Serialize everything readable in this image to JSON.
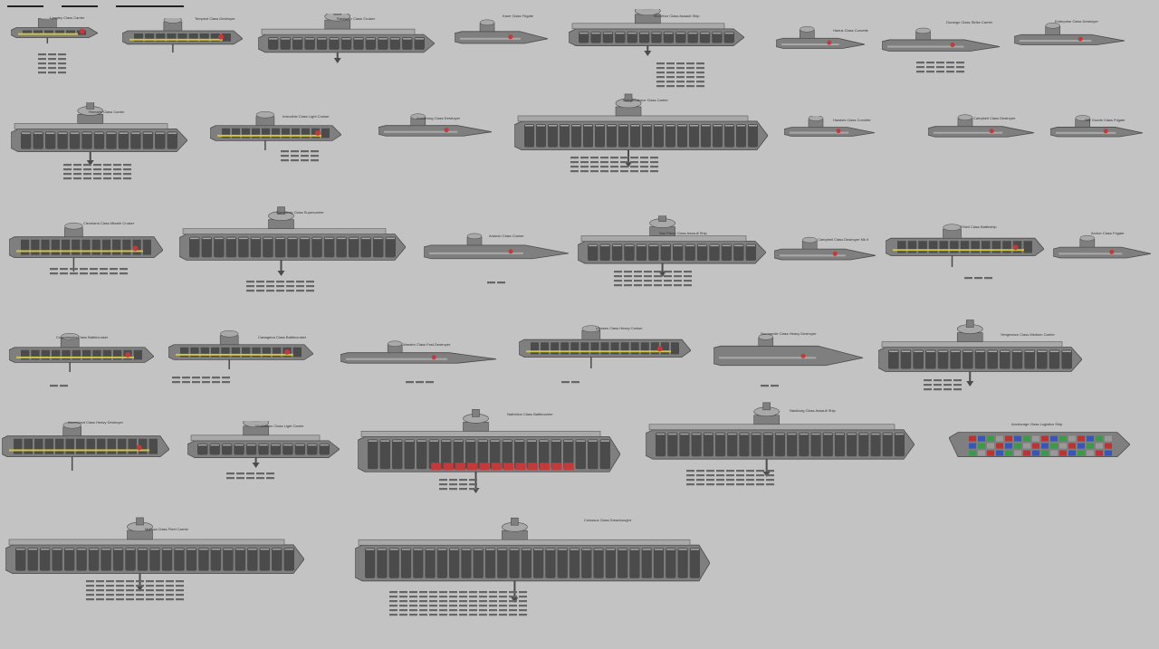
{
  "sheet": {
    "background": "#c3c3c3",
    "hull_color": "#7f7f7f",
    "hull_dark": "#4b4b4b",
    "hull_light": "#a9a9a9",
    "accent_red": "#c23a3a",
    "accent_yellow": "#d1c44a"
  },
  "ships": [
    {
      "id": "langley",
      "label": "Langley Class Carrier"
    },
    {
      "id": "tempest",
      "label": "Tempest Class Destroyer"
    },
    {
      "id": "rainbutin",
      "label": "Rainbutin Class Cruiser"
    },
    {
      "id": "kane",
      "label": "Kane Class Frigate"
    },
    {
      "id": "mcarthur",
      "label": "McArthur Class Assault Ship"
    },
    {
      "id": "harius",
      "label": "Harius Class Corvette"
    },
    {
      "id": "durango",
      "label": "Durango Class Strike Carrier"
    },
    {
      "id": "enterprise",
      "label": "Enterprise Class Destroyer"
    },
    {
      "id": "remarie",
      "label": "Remarie Class Carrier"
    },
    {
      "id": "invincible",
      "label": "Invincible Class Light Cruiser"
    },
    {
      "id": "armstrong",
      "label": "Armstrong Class Destroyer"
    },
    {
      "id": "independence",
      "label": "Independence Class Carrier"
    },
    {
      "id": "hawkes",
      "label": "Hawkes Class Corvette"
    },
    {
      "id": "campbell",
      "label": "Campbell Class Destroyer"
    },
    {
      "id": "sky-goode",
      "label": "Sky Goode Class Frigate"
    },
    {
      "id": "cleveland",
      "label": "Cleveland Class Missile Cruiser"
    },
    {
      "id": "normandy",
      "label": "Normandy Class Supercarrier"
    },
    {
      "id": "antonio",
      "label": "Antonio Class Cruiser"
    },
    {
      "id": "san-paulo",
      "label": "San Paulo Class Assault Ship"
    },
    {
      "id": "campbell-mk2",
      "label": "Campbell Class Destroyer Mk II"
    },
    {
      "id": "oneil",
      "label": "O'Neil Class Battleship"
    },
    {
      "id": "archer",
      "label": "Archer Class Frigate"
    },
    {
      "id": "copenhagen",
      "label": "Copenhagen Class Battlecruiser"
    },
    {
      "id": "cartagena",
      "label": "Cartagena Class Battlecruiser"
    },
    {
      "id": "warden",
      "label": "Warden Class Fast Destroyer"
    },
    {
      "id": "ulysses",
      "label": "Ulysses Class Heavy Cruiser"
    },
    {
      "id": "normandie",
      "label": "Normandie Class Heavy Destroyer"
    },
    {
      "id": "vengeance",
      "label": "Vengeance Class Medium Carrier"
    },
    {
      "id": "ascendant",
      "label": "Ascendant Class Heavy Destroyer"
    },
    {
      "id": "vindication",
      "label": "Vindication Class Light Carrier"
    },
    {
      "id": "nathelion",
      "label": "Nathelion Class Battlecarrier"
    },
    {
      "id": "nantburg",
      "label": "Nantburg Class Assault Ship"
    },
    {
      "id": "logistics",
      "label": "Anchorage Class Logistics Ship"
    },
    {
      "id": "molissa",
      "label": "Molissa Class Fleet Carrier"
    },
    {
      "id": "colossus",
      "label": "Colossus Class Dreadnought"
    }
  ]
}
